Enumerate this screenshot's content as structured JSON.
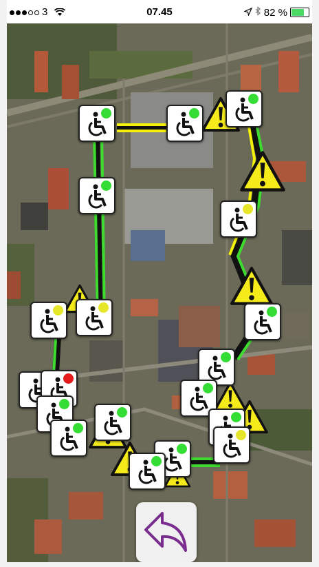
{
  "status_bar": {
    "carrier": "3",
    "time": "07.45",
    "battery": "82 %",
    "battery_level": 0.82
  },
  "map": {
    "view": "satellite",
    "route_colors": {
      "green": "#3ddc2f",
      "yellow": "#f4f20a",
      "black": "#111111"
    }
  },
  "markers": [
    {
      "status": "green"
    },
    {
      "status": "green"
    },
    {
      "status": "green"
    },
    {
      "status": "green"
    },
    {
      "status": "yellow"
    },
    {
      "status": "yellow"
    },
    {
      "status": "yellow"
    },
    {
      "status": "green"
    },
    {
      "status": "green"
    },
    {
      "status": "green"
    },
    {
      "status": "red"
    },
    {
      "status": "green"
    },
    {
      "status": "green"
    },
    {
      "status": "green"
    },
    {
      "status": "green"
    },
    {
      "status": "green"
    },
    {
      "status": "green"
    },
    {
      "status": "green"
    },
    {
      "status": "yellow"
    }
  ],
  "status_colors": {
    "green": "#33dd33",
    "yellow": "#e6e62a",
    "red": "#e31b1b"
  },
  "icons": {
    "marker": "wheelchair-accessibility-icon",
    "hazard": "warning-triangle-icon",
    "back": "back-arrow-icon"
  }
}
